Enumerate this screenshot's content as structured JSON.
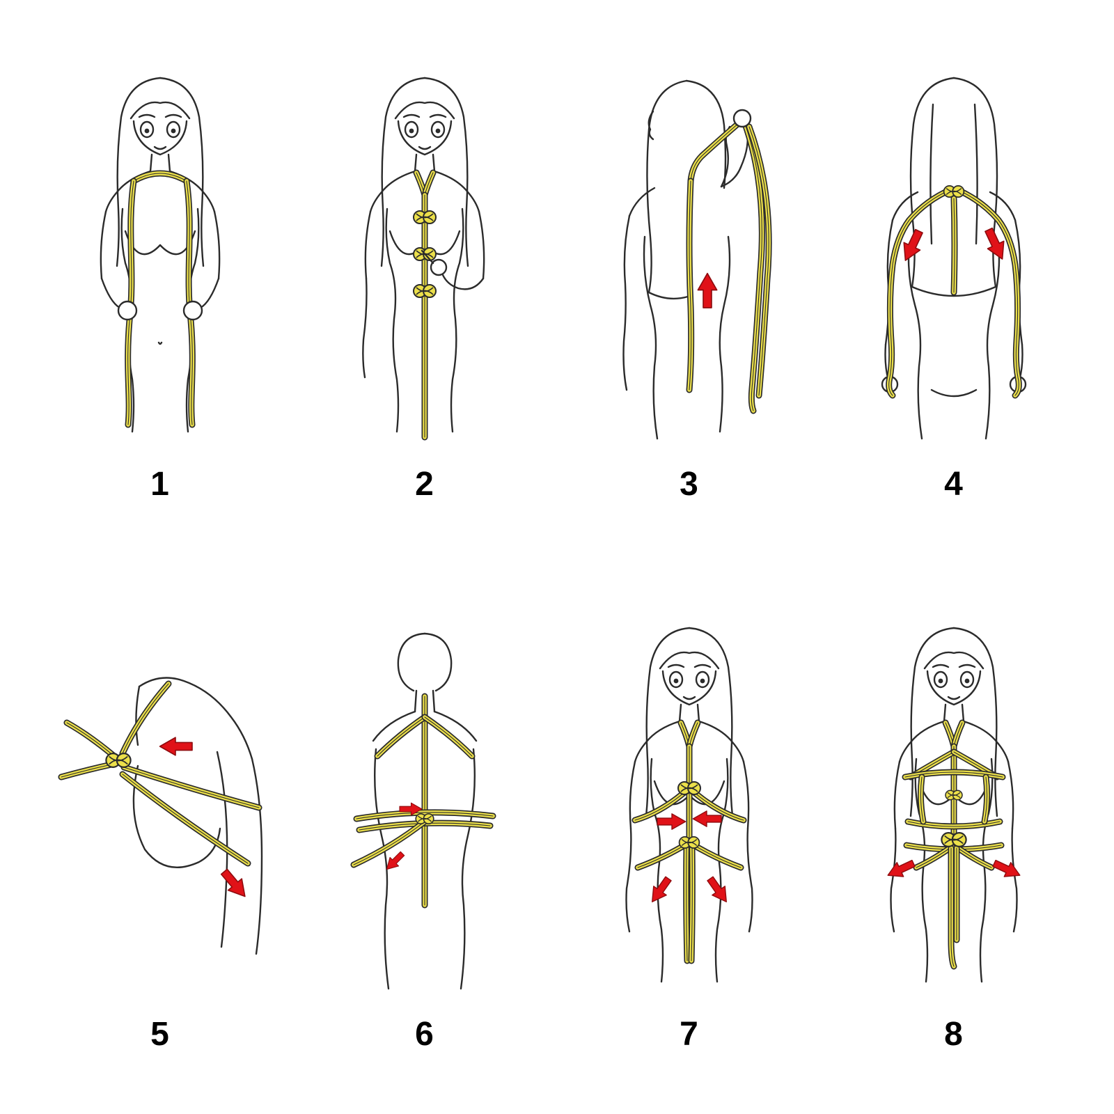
{
  "colors": {
    "rope": "#ece04a",
    "arrow": "#e01218",
    "arrowdark": "#8e0b0e",
    "line": "#2b2b2b",
    "bg": "#ffffff"
  },
  "panels": [
    {
      "label": "1"
    },
    {
      "label": "2"
    },
    {
      "label": "3"
    },
    {
      "label": "4"
    },
    {
      "label": "5"
    },
    {
      "label": "6"
    },
    {
      "label": "7"
    },
    {
      "label": "8"
    }
  ]
}
